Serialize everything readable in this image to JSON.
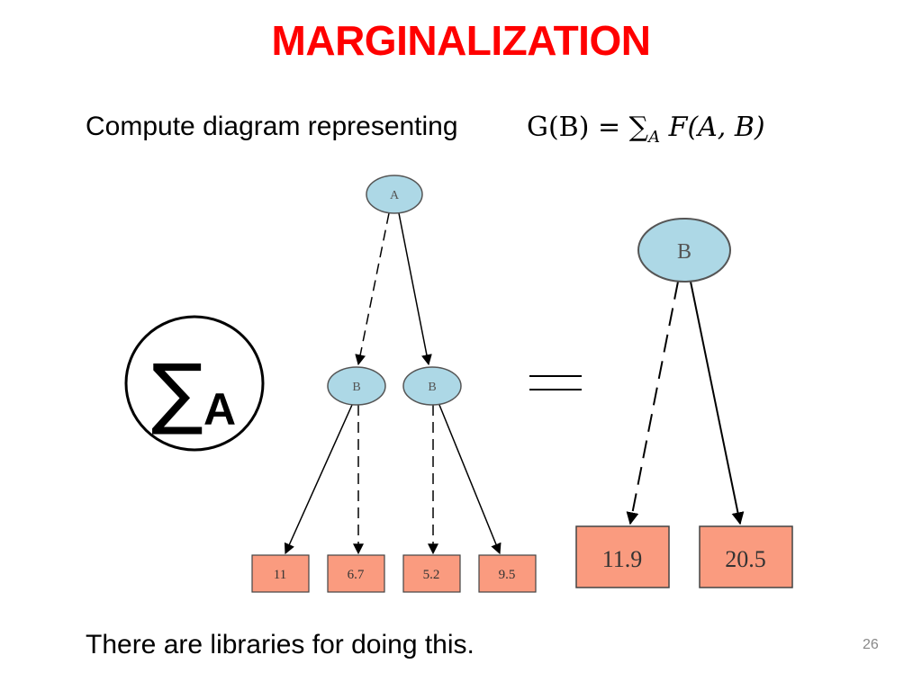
{
  "slide": {
    "title": "MARGINALIZATION",
    "subtitle": "Compute diagram representing",
    "formula": {
      "lhs": "G(B) =",
      "sum": "∑",
      "sum_index": "A",
      "rhs_func": "F",
      "rhs_args": "(A, B)"
    },
    "footer": "There are libraries for doing this.",
    "page_number": "26"
  },
  "operator": {
    "sigma": "∑",
    "index": "A",
    "equals": "="
  },
  "input_diagram": {
    "root": "A",
    "children": [
      "B",
      "B"
    ],
    "leaves": [
      "11",
      "6.7",
      "5.2",
      "9.5"
    ]
  },
  "output_diagram": {
    "root": "B",
    "leaves": [
      "11.9",
      "20.5"
    ]
  },
  "colors": {
    "title": "#ff0000",
    "node_fill": "#add8e6",
    "leaf_fill": "#fa9b7f"
  }
}
